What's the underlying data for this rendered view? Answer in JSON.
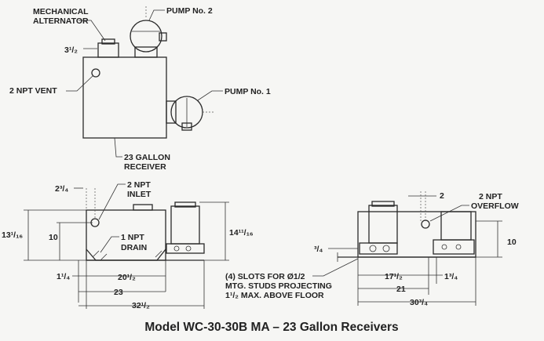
{
  "top_view": {
    "mechanical_alternator": [
      "MECHANICAL",
      "ALTERNATOR"
    ],
    "pump_no_2": "PUMP No. 2",
    "pump_no_1": "PUMP No. 1",
    "npt_vent": "2 NPT VENT",
    "dim_3_1_2": "3¹/₂",
    "receiver": [
      "23 GALLON",
      "RECEIVER"
    ]
  },
  "left_view": {
    "npt_inlet": [
      "2 NPT",
      "INLET"
    ],
    "npt_drain": [
      "1 NPT",
      "DRAIN"
    ],
    "dim_2_3_4": "2³/₄",
    "dim_13_1_16": "13¹/₁₆",
    "dim_10": "10",
    "dim_14_11_16": "14¹¹/₁₆",
    "dim_1_1_4": "1¹/₄",
    "dim_20_1_2": "20¹/₂",
    "dim_23": "23",
    "dim_32_1_2": "32¹/₂"
  },
  "right_view": {
    "dim_2": "2",
    "npt_overflow": [
      "2 NPT",
      "OVERFLOW"
    ],
    "dim_3_4": "³/₄",
    "dim_10": "10",
    "dim_17_1_2": "17¹/₂",
    "dim_1_3_4": "1³/₄",
    "dim_21": "21",
    "dim_30_3_4": "30³/₄"
  },
  "slots_note": [
    "(4) SLOTS FOR Ø1/2",
    "MTG. STUDS PROJECTING",
    "1¹/₂ MAX. ABOVE FLOOR"
  ],
  "caption": "Model WC-30-30B MA – 23 Gallon Receivers"
}
